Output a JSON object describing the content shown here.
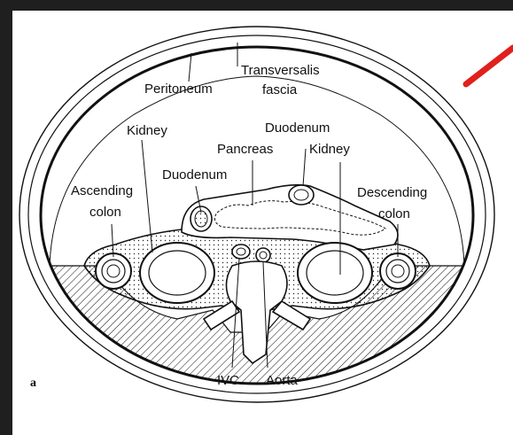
{
  "figure": {
    "panel_letter": "a",
    "labels": {
      "transversalis_line1": "Transversalis",
      "transversalis_line2": "fascia",
      "peritoneum": "Peritoneum",
      "duodenum_top": "Duodenum",
      "kidney_left": "Kidney",
      "pancreas": "Pancreas",
      "kidney_right": "Kidney",
      "duodenum_left": "Duodenum",
      "ascending_line1": "Ascending",
      "ascending_line2": "colon",
      "descending_line1": "Descending",
      "descending_line2": "colon",
      "ivc": "IVC",
      "aorta": "Aorta"
    },
    "colors": {
      "ink": "#111111",
      "background": "#ffffff",
      "frame": "#1f1f1f",
      "pointer_arrow": "#e0201b"
    },
    "icons": {
      "pointer": "red-pointer-arrow-icon"
    }
  }
}
